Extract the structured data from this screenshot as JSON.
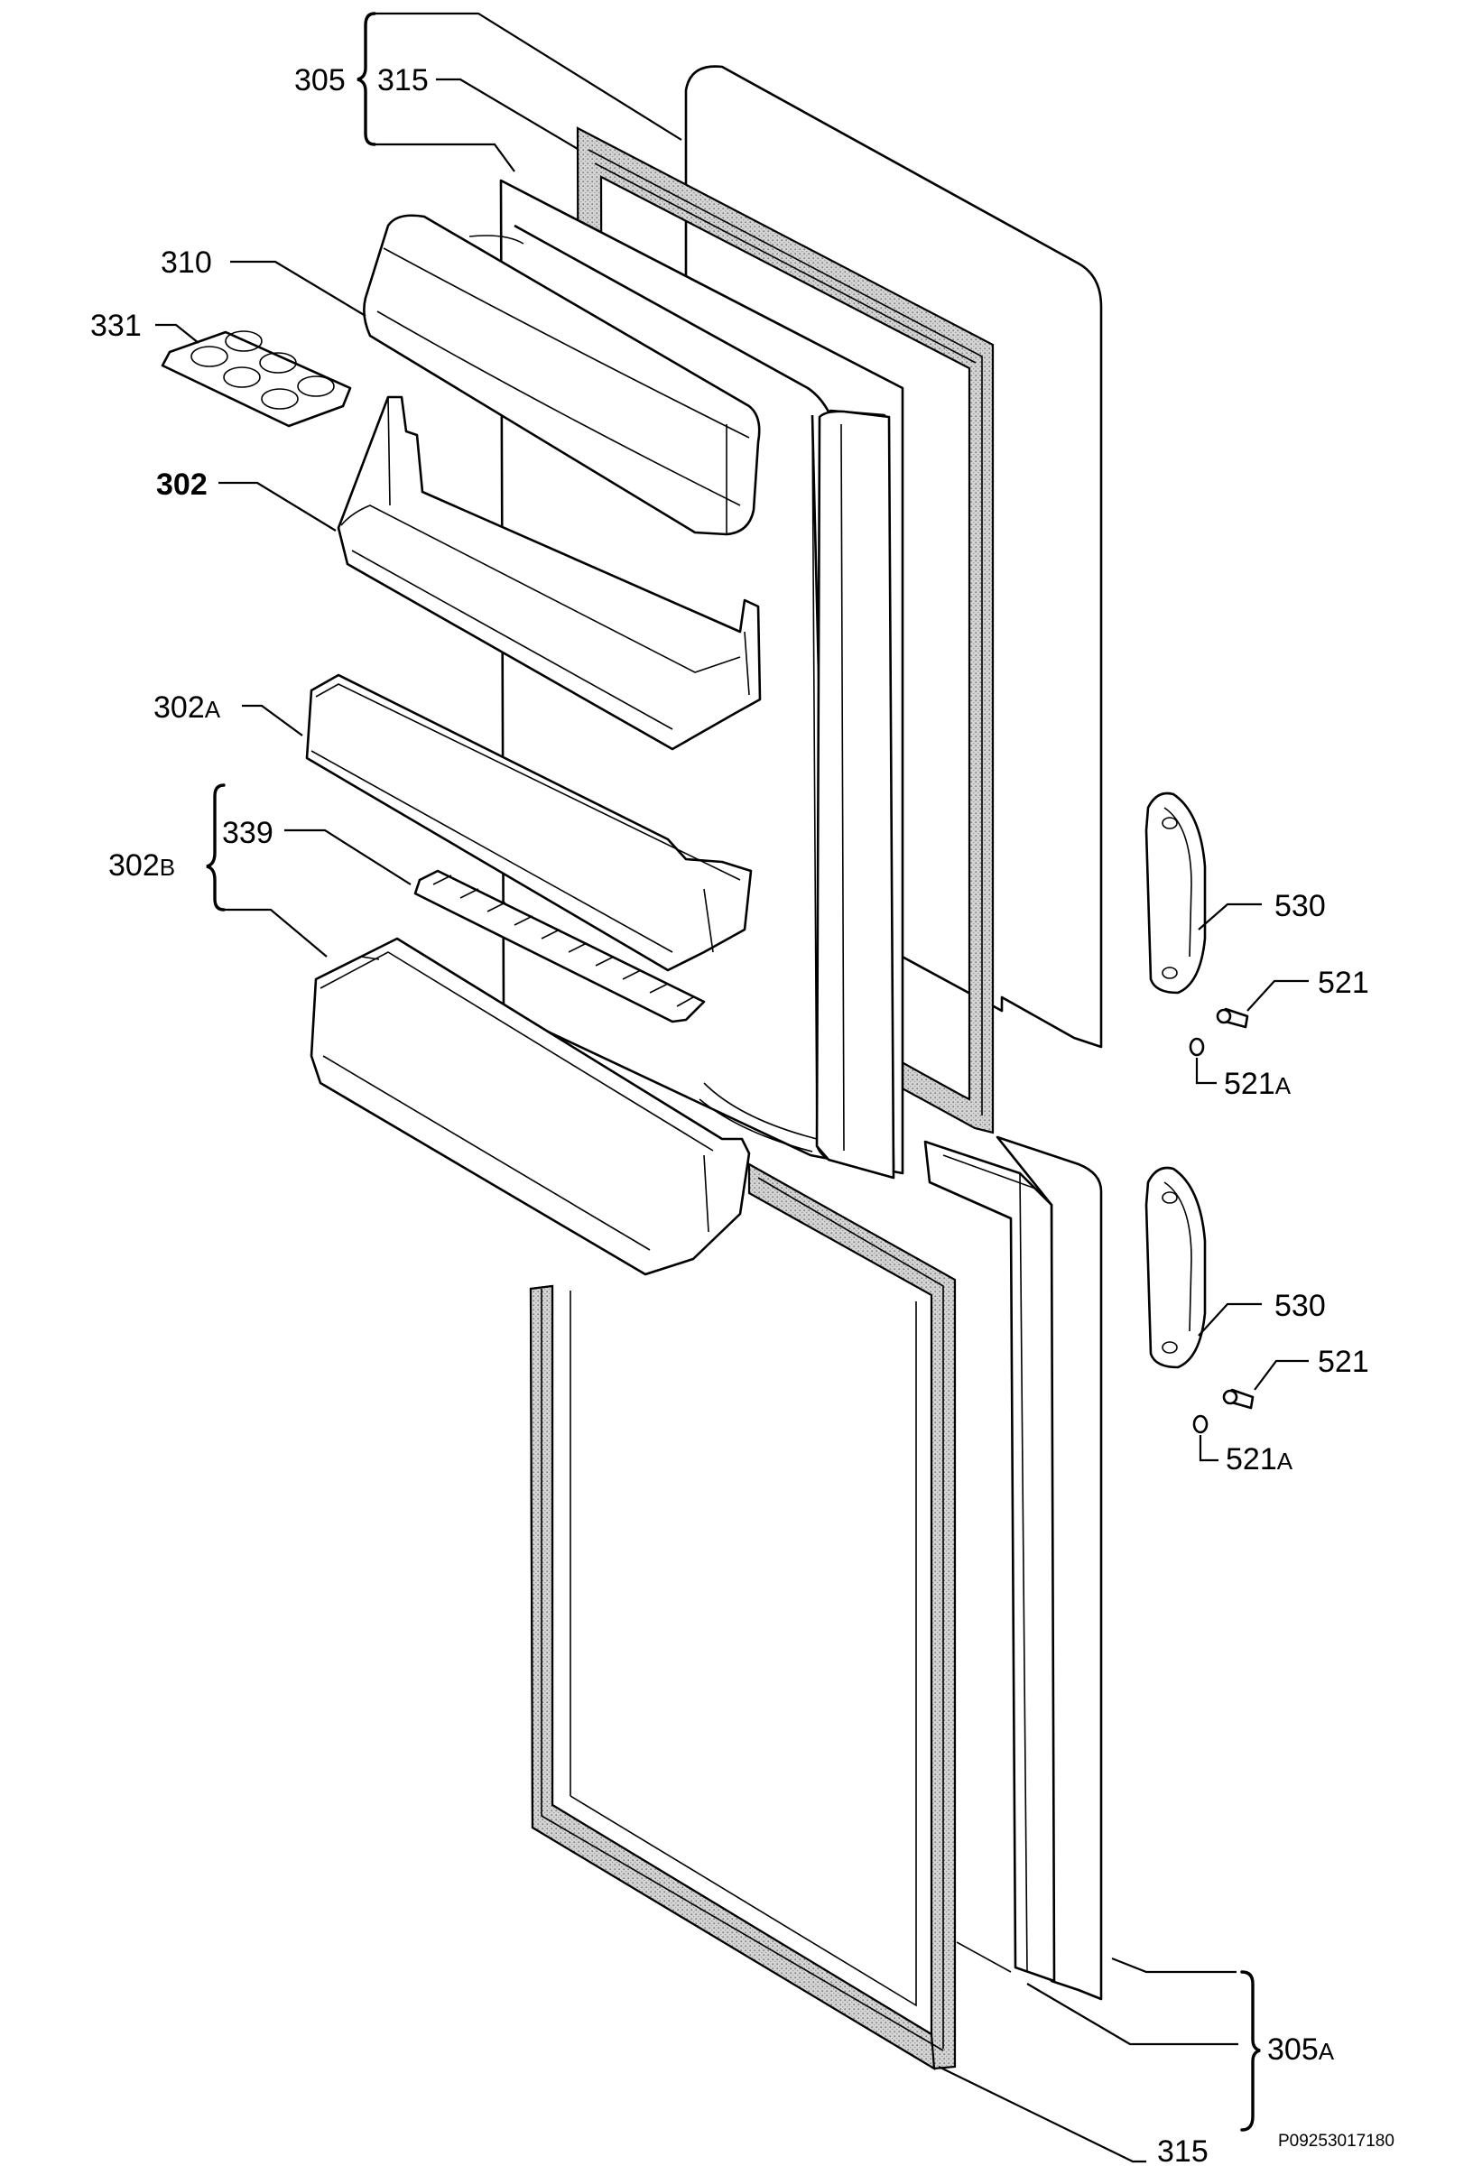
{
  "labels": {
    "l305": "305",
    "l315_top": "315",
    "l310": "310",
    "l331": "331",
    "l302": "302",
    "l302a_num": "302",
    "l302a_suf": "A",
    "l339": "339",
    "l302b_num": "302",
    "l302b_suf": "B",
    "l530_top": "530",
    "l521_top": "521",
    "l521a_top_num": "521",
    "l521a_top_suf": "A",
    "l530_bot": "530",
    "l521_bot": "521",
    "l521a_bot_num": "521",
    "l521a_bot_suf": "A",
    "l305a_num": "305",
    "l305a_suf": "A",
    "l315_bot": "315"
  },
  "drawing_code": "P09253017180",
  "colors": {
    "ink": "#000000",
    "paper": "#ffffff",
    "gasket_fill": "#cfcfcf"
  }
}
